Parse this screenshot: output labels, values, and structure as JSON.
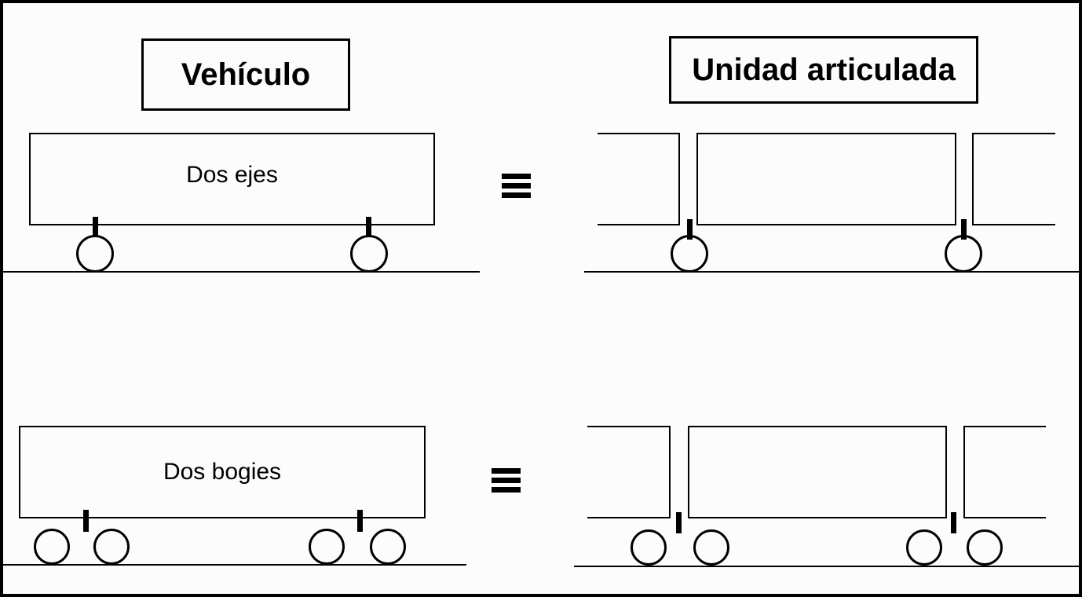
{
  "diagram": {
    "background_color": "#fdfcfd",
    "line_color": "#000000",
    "titles": {
      "vehicle": "Vehículo",
      "articulated_unit": "Unidad articulada"
    },
    "icons": {
      "equivalence": "≡"
    },
    "rows": [
      {
        "vehicle_label": "Dos ejes"
      },
      {
        "vehicle_label": "Dos bogies"
      }
    ]
  }
}
